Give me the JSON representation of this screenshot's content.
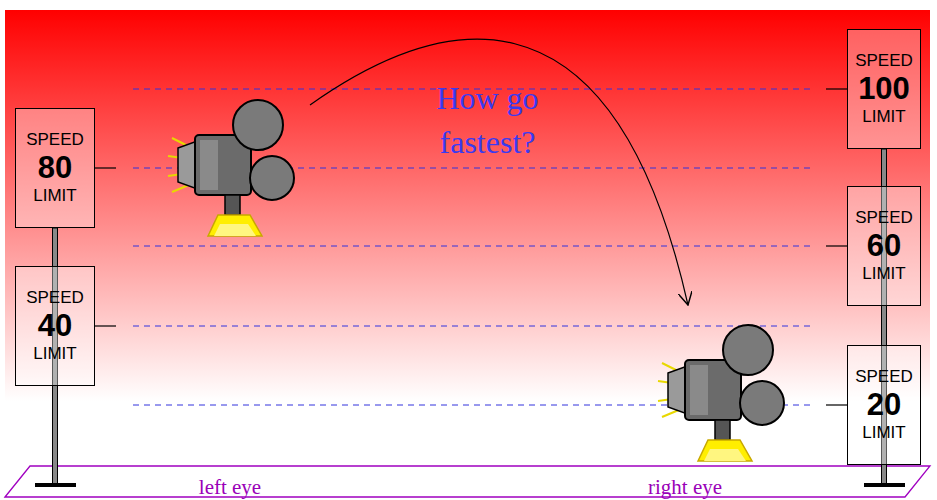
{
  "diagram": {
    "nodes": [
      {
        "text": [
          "SPEED",
          "80",
          "LIMIT"
        ]
      },
      {
        "text": [
          "SPEED",
          "40",
          "LIMIT"
        ]
      },
      {
        "text": [
          "SPEED",
          "100",
          "LIMIT"
        ]
      },
      {
        "text": [
          "SPEED",
          "60",
          "LIMIT"
        ]
      },
      {
        "text": [
          "SPEED",
          "20",
          "LIMIT"
        ]
      }
    ],
    "labels": [
      "How go fastest?",
      "left eye",
      "right eye"
    ]
  }
}
